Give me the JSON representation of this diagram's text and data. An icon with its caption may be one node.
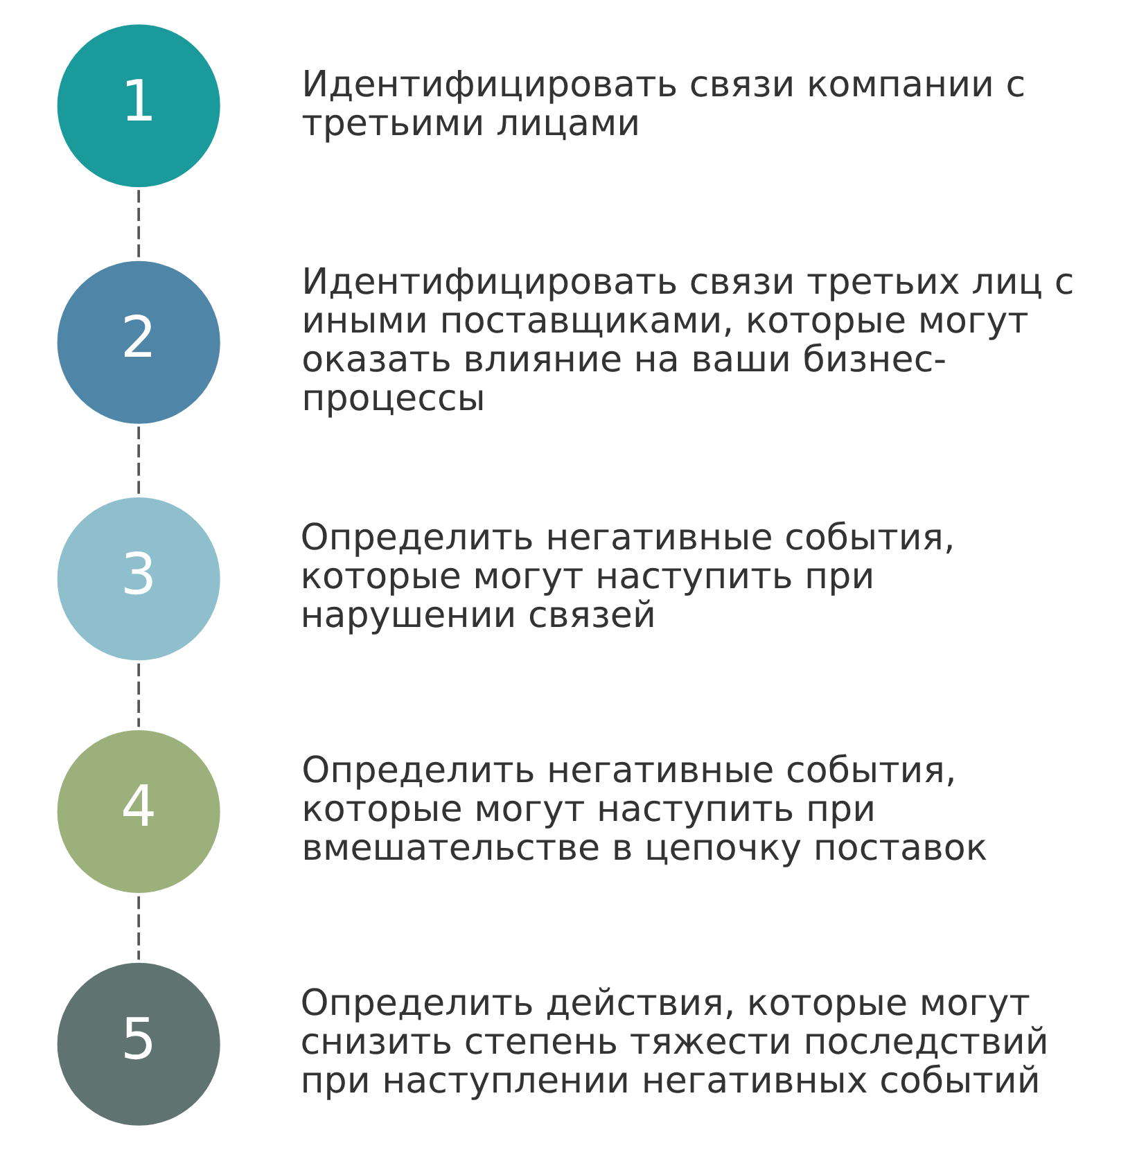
{
  "diagram": {
    "nodes": [
      {
        "text": [
          "1"
        ],
        "beside": [
          "Идентифицировать связи компании с третьими лицами"
        ]
      },
      {
        "text": [
          "2"
        ],
        "beside": [
          "Идентифицировать связи третьих лиц с иными поставщиками, которые могут оказать влияние на ваши бизнес-процессы"
        ]
      },
      {
        "text": [
          "3"
        ],
        "beside": [
          "Определить негативные события, которые могут наступить при нарушении связей"
        ]
      },
      {
        "text": [
          "4"
        ],
        "beside": [
          "Определить негативные события, которые могут наступить при вмешательстве в цепочку поставок"
        ]
      },
      {
        "text": [
          "5"
        ],
        "beside": [
          "Определить действия, которые могут снизить степень тяжести последствий при наступлении негативных событий"
        ]
      }
    ],
    "edges": [
      {
        "from": 0,
        "to": 1,
        "arrow": "none",
        "style": "dashed"
      },
      {
        "from": 1,
        "to": 2,
        "arrow": "none",
        "style": "dashed"
      },
      {
        "from": 2,
        "to": 3,
        "arrow": "none",
        "style": "dashed"
      },
      {
        "from": 3,
        "to": 4,
        "arrow": "none",
        "style": "dashed"
      }
    ]
  }
}
